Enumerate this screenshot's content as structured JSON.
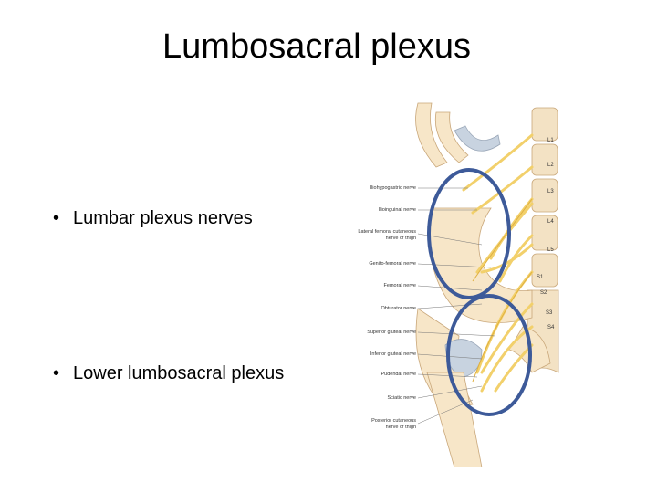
{
  "slide": {
    "title": "Lumbosacral plexus",
    "bullets": [
      {
        "marker": "•",
        "text": "Lumbar plexus nerves"
      },
      {
        "marker": "•",
        "text": "Lower lumbosacral plexus"
      }
    ]
  },
  "figure": {
    "nerve_labels": [
      "Iliohypogastric nerve",
      "Ilioinguinal nerve",
      "Lateral femoral cutaneous",
      "nerve of thigh",
      "Genito-femoral nerve",
      "Femoral nerve",
      "Obturator nerve",
      "Superior gluteal nerve",
      "Inferior gluteal nerve",
      "Pudendal nerve",
      "Sciatic nerve",
      "Posterior cutaneous",
      "nerve of thigh"
    ],
    "vertebra_labels": [
      "L1",
      "L2",
      "L3",
      "L4",
      "L5",
      "S1",
      "S2",
      "S3",
      "S4"
    ],
    "highlight_color": "#3d5a99",
    "nerve_color": "#f2d06b",
    "bone_color": "#f7e6c8"
  }
}
